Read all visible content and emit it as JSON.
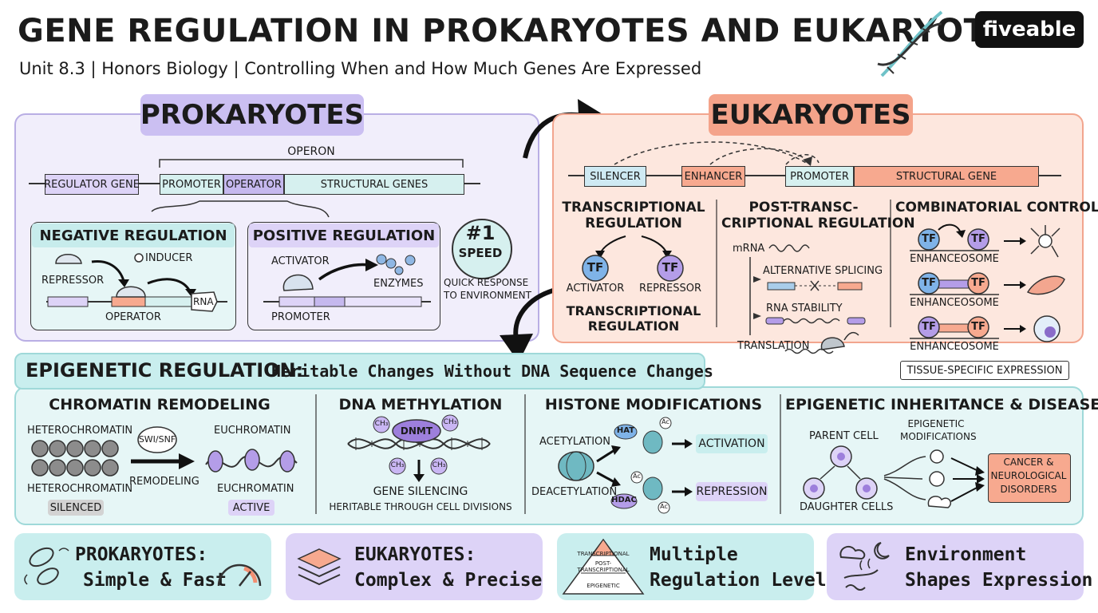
{
  "header": {
    "title": "GENE REGULATION IN PROKARYOTES AND EUKARYOTES",
    "subtitle": "Unit 8.3 | Honors Biology | Controlling When and How Much Genes Are Expressed",
    "brand": "fiveable"
  },
  "prokaryotes": {
    "title": "PROKARYOTES",
    "operon_label": "OPERON",
    "regulator_gene": "REGULATOR GENE",
    "promoter": "PROMOTER",
    "operator": "OPERATOR",
    "structural_genes": "STRUCTURAL GENES",
    "negative": {
      "title": "NEGATIVE REGULATION",
      "inducer": "INDUCER",
      "repressor": "REPRESSOR",
      "rna": "RNA",
      "operator": "OPERATOR"
    },
    "positive": {
      "title": "POSITIVE REGULATION",
      "activator": "ACTIVATOR",
      "enzymes": "ENZYMES",
      "promoter": "PROMOTER"
    },
    "speed": {
      "rank": "#1",
      "word": "SPEED",
      "caption_1": "QUICK RESPONSE",
      "caption_2": "TO ENVIRONMENT"
    }
  },
  "eukaryotes": {
    "title": "EUKARYOTES",
    "silencer": "SILENCER",
    "enhancer": "ENHANCER",
    "promoter": "PROMOTER",
    "structural_gene": "STRUCTURAL GENE",
    "transcriptional": {
      "title_1": "TRANSCRIPTIONAL",
      "title_2": "REGULATION",
      "tf": "TF",
      "activator": "ACTIVATOR",
      "repressor": "REPRESSOR",
      "caption_1": "TRANSCRIPTIONAL",
      "caption_2": "REGULATION"
    },
    "post": {
      "title_1": "POST-TRANSC-",
      "title_2": "CRIPTIONAL REGULATION",
      "mrna": "mRNA",
      "splicing": "ALTERNATIVE SPLICING",
      "stability": "RNA STABILITY",
      "translation": "TRANSLATION"
    },
    "combinatorial": {
      "title": "COMBINATORIAL CONTROL",
      "tf": "TF",
      "enhanceosome": "ENHANCEOSOME",
      "tissue": "TISSUE-SPECIFIC EXPRESSION"
    }
  },
  "epigenetic": {
    "title": "EPIGENETIC REGULATION:",
    "subtitle": "Heritable Changes Without DNA Sequence Changes",
    "chromatin": {
      "title": "CHROMATIN REMODELING",
      "hetero_top": "HETEROCHROMATIN",
      "hetero_bottom": "HETEROCHROMATIN",
      "swi": "SWI/SNF",
      "remodeling": "REMODELING",
      "eu_top": "EUCHROMATIN",
      "eu_bottom": "EUCHROMATIN",
      "silenced": "SILENCED",
      "active": "ACTIVE"
    },
    "methylation": {
      "title": "DNA METHYLATION",
      "ch3": "CH₃",
      "dnmt": "DNMT",
      "silencing": "GENE SILENCING",
      "heritable": "HERITABLE THROUGH CELL DIVISIONS"
    },
    "histone": {
      "title": "HISTONE MODIFICATIONS",
      "acetylation": "ACETYLATION",
      "deacetylation": "DEACETYLATION",
      "hat": "HAT",
      "hdac": "HDAC",
      "ac": "Ac",
      "activation": "ACTIVATION",
      "repression": "REPRESSION"
    },
    "inheritance": {
      "title": "EPIGENETIC INHERITANCE & DISEASE",
      "parent": "PARENT CELL",
      "mods_1": "EPIGENETIC",
      "mods_2": "MODIFICATIONS",
      "daughters": "DAUGHTER CELLS",
      "disease_1": "CANCER &",
      "disease_2": "NEUROLOGICAL",
      "disease_3": "DISORDERS"
    }
  },
  "summary": [
    {
      "line1": "PROKARYOTES:",
      "line2": "Simple & Fast"
    },
    {
      "line1": "EUKARYOTES:",
      "line2": "Complex & Precise"
    },
    {
      "line1": "Multiple",
      "line2": "Regulation Levels",
      "pyr_top": "TRANSCRIPTIONAL",
      "pyr_mid_1": "POST-",
      "pyr_mid_2": "TRANSCRIPTIONAL",
      "pyr_bottom": "EPIGENETIC"
    },
    {
      "line1": "Environment",
      "line2": "Shapes Expression"
    }
  ],
  "colors": {
    "prok_bg": "#f1eefb",
    "prok_border": "#b9aee4",
    "prok_title": "#cbbff2",
    "euk_bg": "#fde7de",
    "euk_border": "#f2a58e",
    "euk_title": "#f4a38a",
    "epi_bg": "#e6f6f6",
    "epi_border": "#9fd9d9",
    "epi_title": "#c9eeee",
    "teal": "#bfe8ea",
    "purple": "#c7b6ef",
    "salmon": "#f7a98f"
  }
}
